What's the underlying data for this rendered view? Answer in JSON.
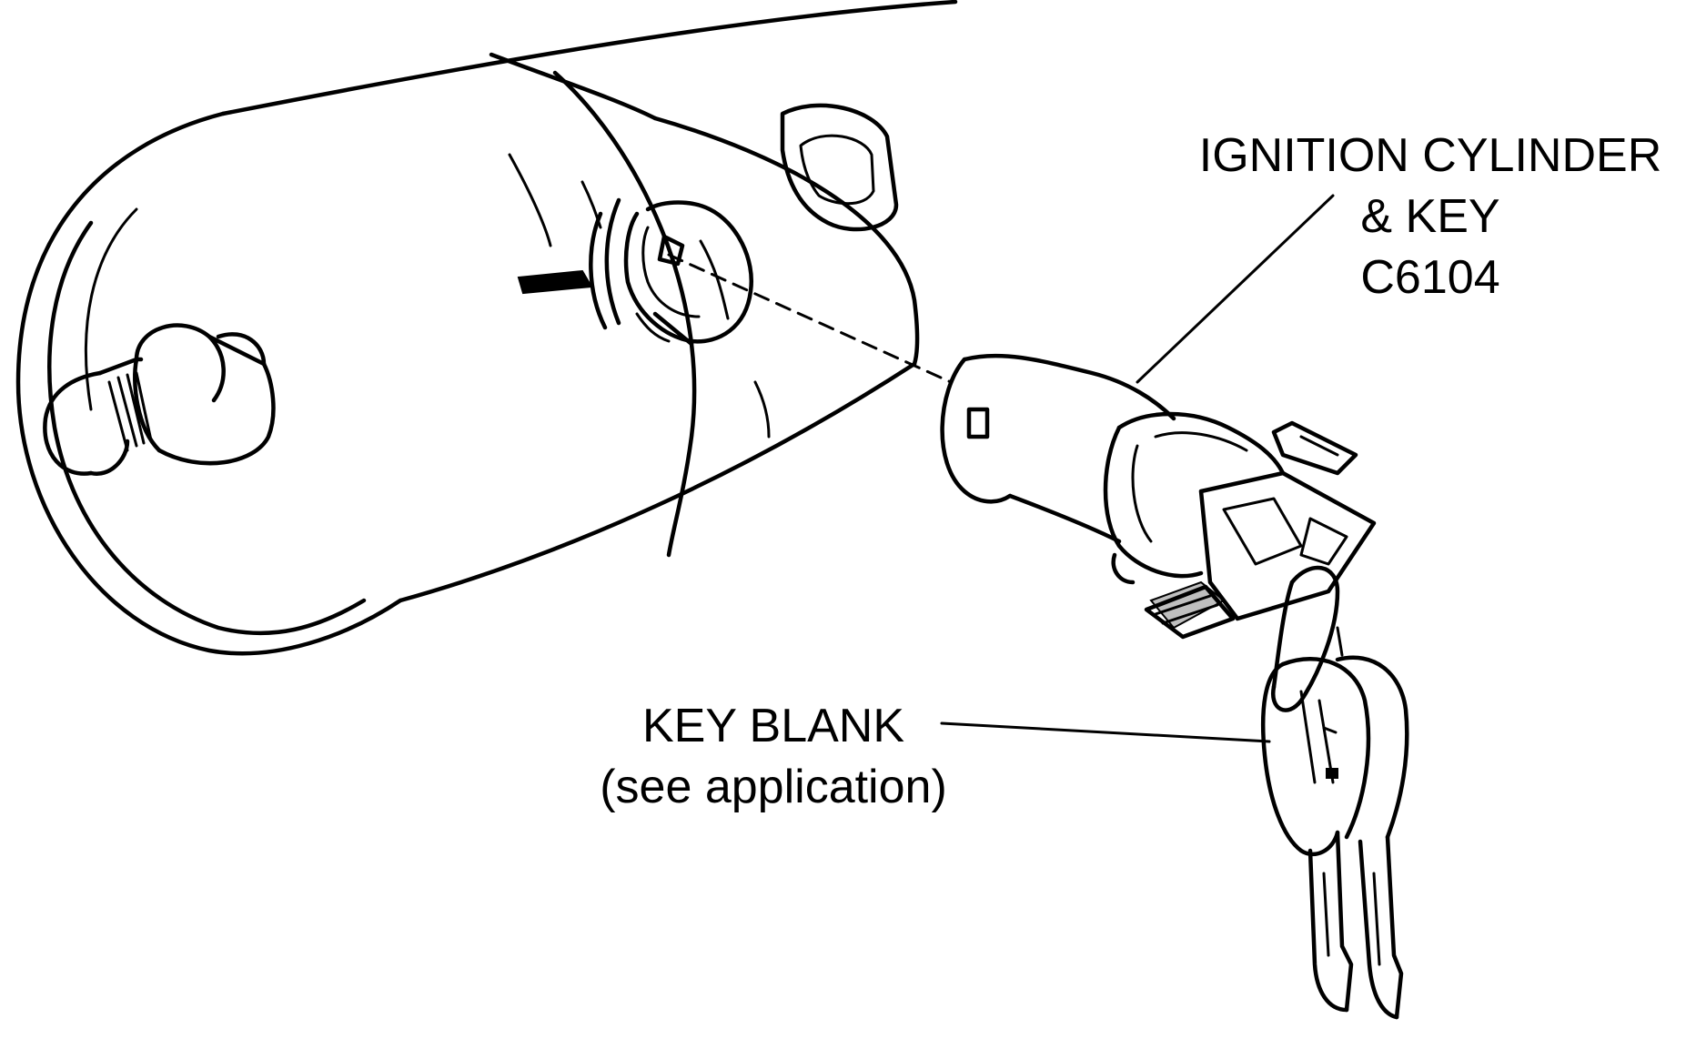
{
  "labels": {
    "ignition": {
      "line1": "IGNITION CYLINDER",
      "line2": "& KEY",
      "line3": "C6104"
    },
    "key_blank": {
      "line1": "KEY BLANK",
      "line2": "(see application)"
    }
  },
  "colors": {
    "ink": "#000000",
    "background": "#ffffff"
  }
}
